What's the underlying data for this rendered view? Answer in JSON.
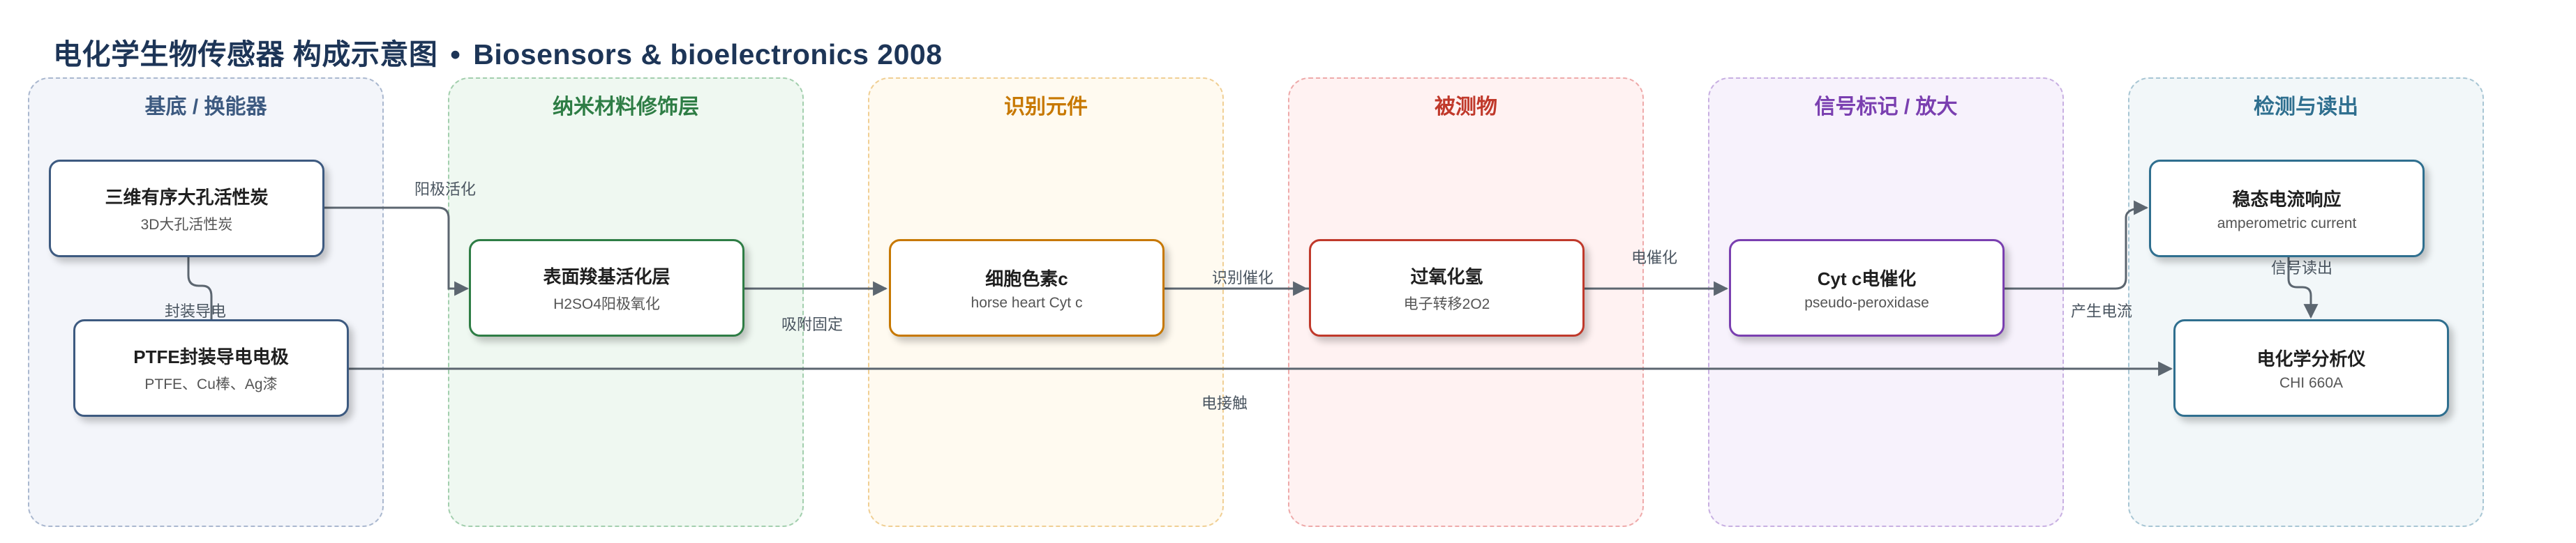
{
  "title": {
    "main": "电化学生物传感器 构成示意图",
    "separator": "•",
    "source": "Biosensors & bioelectronics 2008"
  },
  "lanes": [
    {
      "label": "基底 / 换能器",
      "color": "#3d5a80",
      "fill": "#f3f5fa",
      "border": "#aab8cf"
    },
    {
      "label": "纳米材料修饰层",
      "color": "#2e7d45",
      "fill": "#eff8f1",
      "border": "#a3cfae"
    },
    {
      "label": "识别元件",
      "color": "#c77800",
      "fill": "#fffaf0",
      "border": "#f0cf94"
    },
    {
      "label": "被测物",
      "color": "#c0392b",
      "fill": "#fff2f2",
      "border": "#eeaaaa"
    },
    {
      "label": "信号标记 / 放大",
      "color": "#7a3fb0",
      "fill": "#f7f2fc",
      "border": "#c8b0e2"
    },
    {
      "label": "检测与读出",
      "color": "#2f6f8f",
      "fill": "#f2f7f9",
      "border": "#a8c6d4"
    }
  ],
  "nodes": {
    "carbon": {
      "title": "三维有序大孔活性炭",
      "sub": "3D大孔活性炭",
      "border": "#3d5a80"
    },
    "ptfe": {
      "title": "PTFE封装导电电极",
      "sub": "PTFE、Cu棒、Ag漆",
      "border": "#3d5a80"
    },
    "carboxyl": {
      "title": "表面羧基活化层",
      "sub": "H2SO4阳极氧化",
      "border": "#2e7d45"
    },
    "cytc": {
      "title": "细胞色素c",
      "sub": "horse heart Cyt c",
      "border": "#c77800"
    },
    "h2o2": {
      "title": "过氧化氢",
      "sub": "电子转移2O2",
      "border": "#c0392b"
    },
    "catalysis": {
      "title": "Cyt c电催化",
      "sub": "pseudo-peroxidase",
      "border": "#7a3fb0"
    },
    "current": {
      "title": "稳态电流响应",
      "sub": "amperometric current",
      "border": "#2f6f8f"
    },
    "analyzer": {
      "title": "电化学分析仪",
      "sub": "CHI 660A",
      "border": "#2f6f8f"
    }
  },
  "edges": {
    "anodize": "阳极活化",
    "encapsulate": "封装导电",
    "adsorb": "吸附固定",
    "recognize": "识别催化",
    "electrocatalysis": "电催化",
    "produce_current": "产生电流",
    "signal_readout": "信号读出",
    "contact": "电接触"
  },
  "edge_color": "#5c6670"
}
